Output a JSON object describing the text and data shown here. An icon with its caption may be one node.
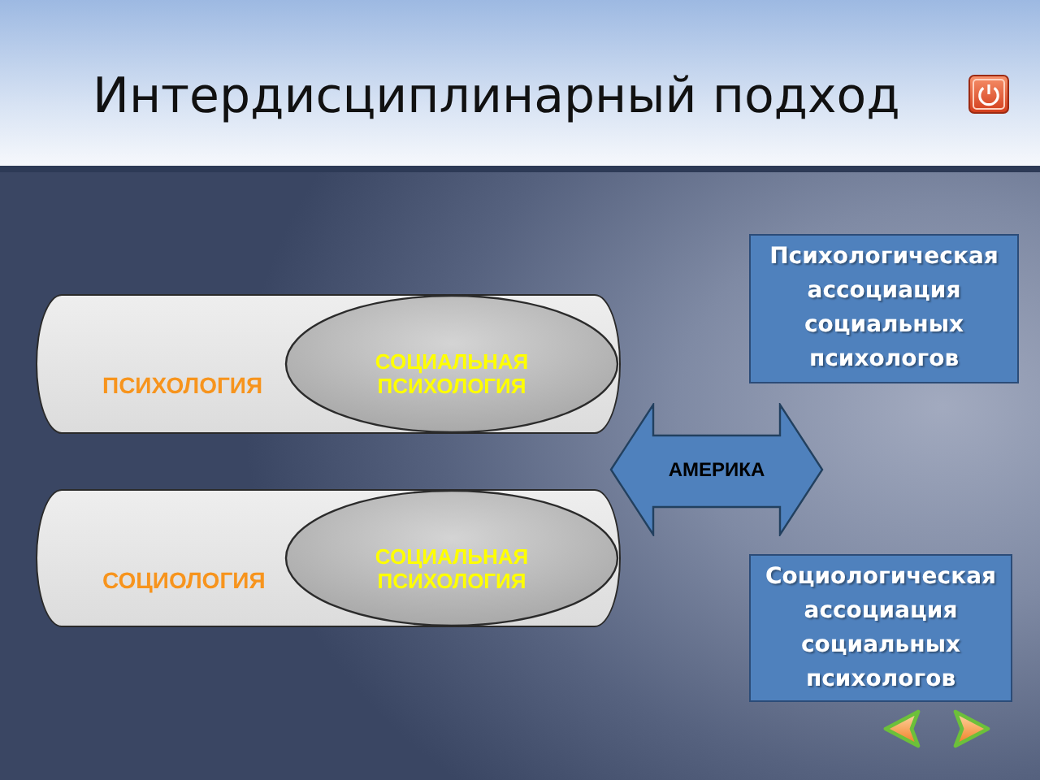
{
  "diagram": {
    "title": "Интердисциплинарный подход",
    "nodes": [
      {
        "text": [
          "Психологическая ассоциация социальных психологов"
        ]
      },
      {
        "text": [
          "ПСИХОЛОГИЯ"
        ]
      },
      {
        "text": [
          "СОЦИАЛЬНАЯ ПСИХОЛОГИЯ"
        ],
        "in": 1
      },
      {
        "text": [
          "АМЕРИКА"
        ]
      },
      {
        "text": [
          "СОЦИОЛОГИЯ"
        ]
      },
      {
        "text": [
          "СОЦИАЛЬНАЯ ПСИХОЛОГИЯ"
        ],
        "in": 4
      },
      {
        "text": [
          "Социологическая ассоциация социальных психологов"
        ]
      }
    ]
  }
}
